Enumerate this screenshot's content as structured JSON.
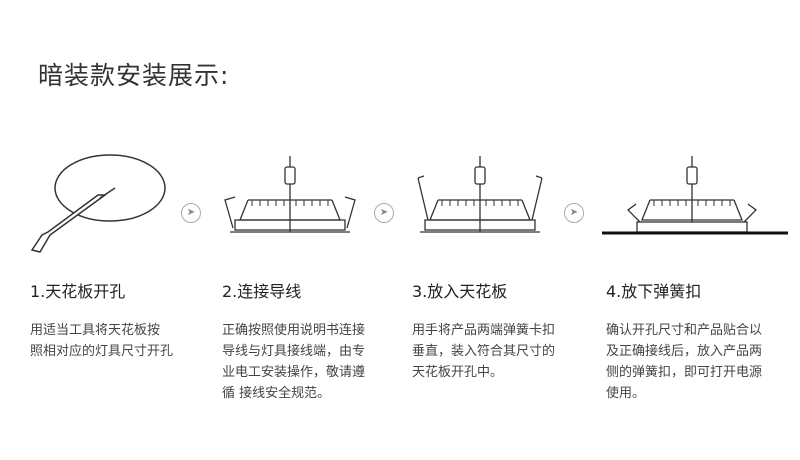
{
  "title": "暗装款安装展示:",
  "steps": [
    {
      "heading": "1.天花板开孔",
      "lines": [
        "用适当工具将天花板按",
        "照相对应的灯具尺寸开孔"
      ]
    },
    {
      "heading": "2.连接导线",
      "lines": [
        "正确按照使用说明书连接",
        "导线与灯具接线端，由专",
        "业电工安装操作，敬请遵",
        "循 接线安全规范。"
      ]
    },
    {
      "heading": "3.放入天花板",
      "lines": [
        "用手将产品两端弹簧卡扣",
        "垂直，装入符合其尺寸的",
        "天花板开孔中。"
      ]
    },
    {
      "heading": "4.放下弹簧扣",
      "lines": [
        "确认开孔尺寸和产品贴合以",
        "及正确接线后，放入产品两",
        "侧的弹簧扣，即可打开电源",
        "使用。"
      ]
    }
  ]
}
